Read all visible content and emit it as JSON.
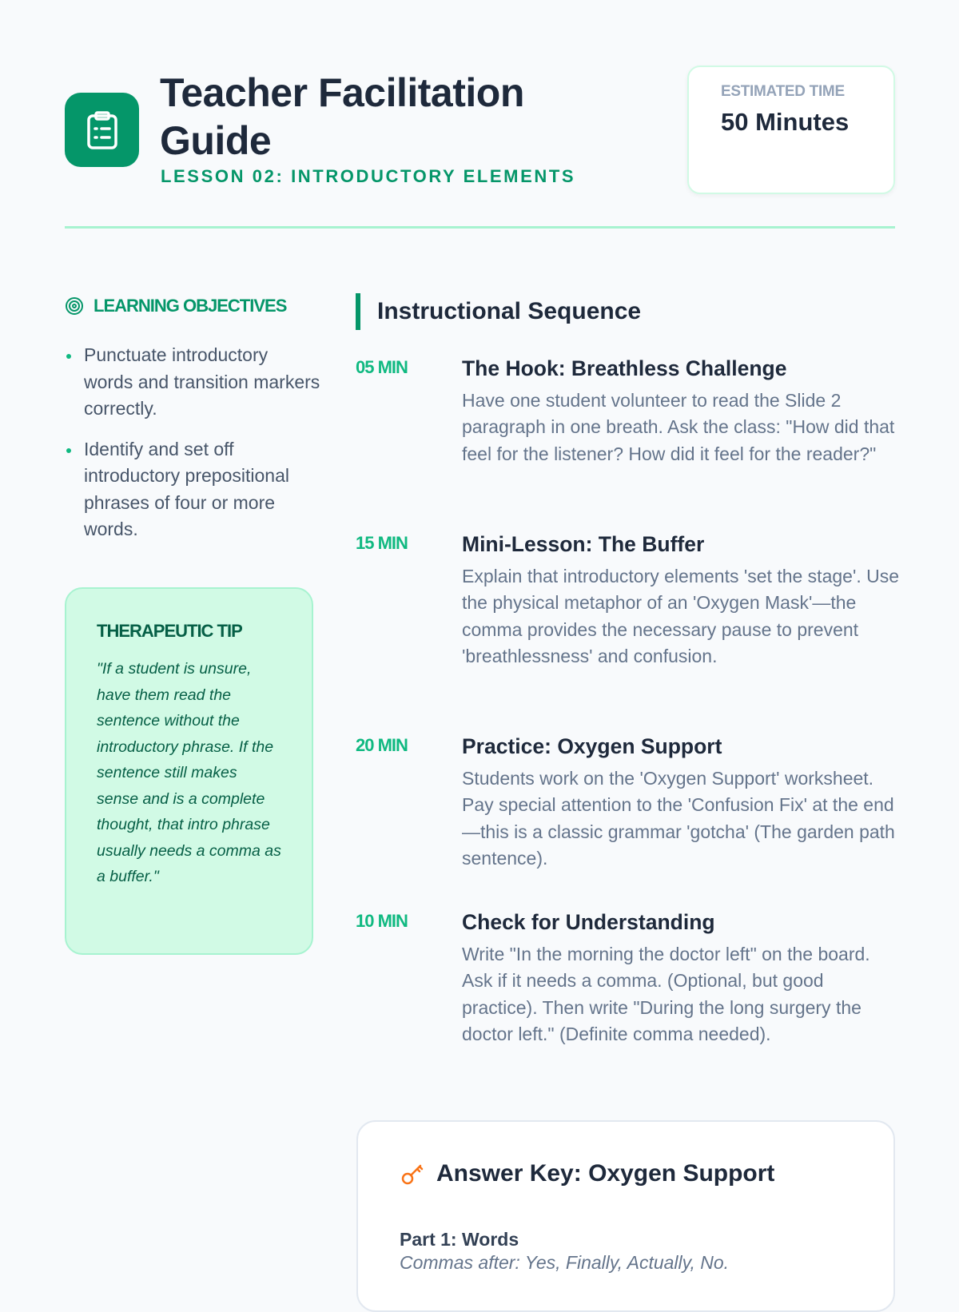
{
  "header": {
    "icon": "clipboard-list-icon",
    "title": "Teacher Facilitation Guide",
    "subtitle": "LESSON 02: INTRODUCTORY ELEMENTS",
    "time_label": "ESTIMATED TIME",
    "time_value": "50 Minutes"
  },
  "objectives": {
    "icon": "target-icon",
    "heading": "LEARNING OBJECTIVES",
    "items": [
      "Punctuate introductory words and transition markers correctly.",
      "Identify and set off introductory prepositional phrases of four or more words."
    ]
  },
  "tip": {
    "heading": "THERAPEUTIC TIP",
    "body": "\"If a student is unsure, have them read the sentence without the introductory phrase. If the sentence still makes sense and is a complete thought, that intro phrase usually needs a comma as a buffer.\""
  },
  "sequence": {
    "heading": "Instructional Sequence",
    "steps": [
      {
        "time": "05 MIN",
        "title": "The Hook: Breathless Challenge",
        "text": "Have one student volunteer to read the Slide 2 paragraph in one breath. Ask the class: \"How did that feel for the listener? How did it feel for the reader?\""
      },
      {
        "time": "15 MIN",
        "title": "Mini-Lesson: The Buffer",
        "text": "Explain that introductory elements 'set the stage'. Use the physical metaphor of an 'Oxygen Mask'—the comma provides the necessary pause to prevent 'breathlessness' and confusion."
      },
      {
        "time": "20 MIN",
        "title": "Practice: Oxygen Support",
        "text": "Students work on the 'Oxygen Support' worksheet. Pay special attention to the 'Confusion Fix' at the end—this is a classic grammar 'gotcha' (The garden path sentence)."
      },
      {
        "time": "10 MIN",
        "title": "Check for Understanding",
        "text": "Write \"In the morning the doctor left\" on the board. Ask if it needs a comma. (Optional, but good practice). Then write \"During the long surgery the doctor left.\" (Definite comma needed)."
      }
    ]
  },
  "answer_key": {
    "icon": "key-icon",
    "heading": "Answer Key: Oxygen Support",
    "part1_title": "Part 1: Words",
    "part1_answer": "Commas after: Yes, Finally, Actually, No."
  },
  "colors": {
    "accent": "#059669",
    "accent_light": "#d1fae5",
    "key": "#f97316"
  }
}
